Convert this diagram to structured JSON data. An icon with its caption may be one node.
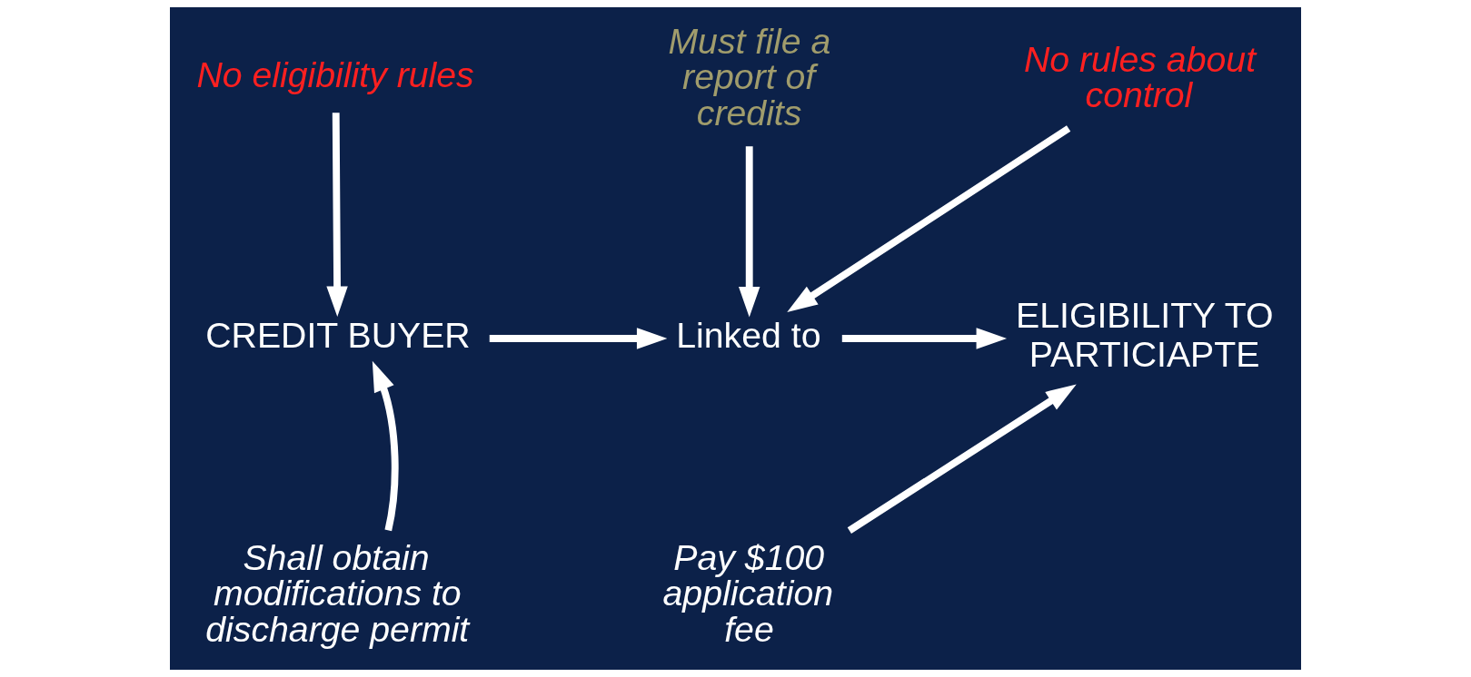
{
  "diagram": {
    "nodes": [
      {
        "text": [
          "No eligibility rules"
        ]
      },
      {
        "text": [
          "Must file a report of credits"
        ]
      },
      {
        "text": [
          "No rules about control"
        ]
      },
      {
        "text": [
          "CREDIT BUYER"
        ]
      },
      {
        "text": [
          "Linked to"
        ]
      },
      {
        "text": [
          "ELIGIBILITY TO PARTICIAPTE"
        ]
      },
      {
        "text": [
          "Shall obtain modifications to discharge permit"
        ]
      },
      {
        "text": [
          "Pay $100 application fee"
        ]
      }
    ],
    "edges": [
      {
        "from": 0,
        "to": 3,
        "arrow": "to"
      },
      {
        "from": 6,
        "to": 3,
        "arrow": "to"
      },
      {
        "from": 3,
        "to": 4,
        "arrow": "to"
      },
      {
        "from": 1,
        "to": 4,
        "arrow": "to"
      },
      {
        "from": 2,
        "to": 4,
        "arrow": "to"
      },
      {
        "from": 4,
        "to": 5,
        "arrow": "to"
      },
      {
        "from": 7,
        "to": 5,
        "arrow": "to"
      }
    ]
  }
}
